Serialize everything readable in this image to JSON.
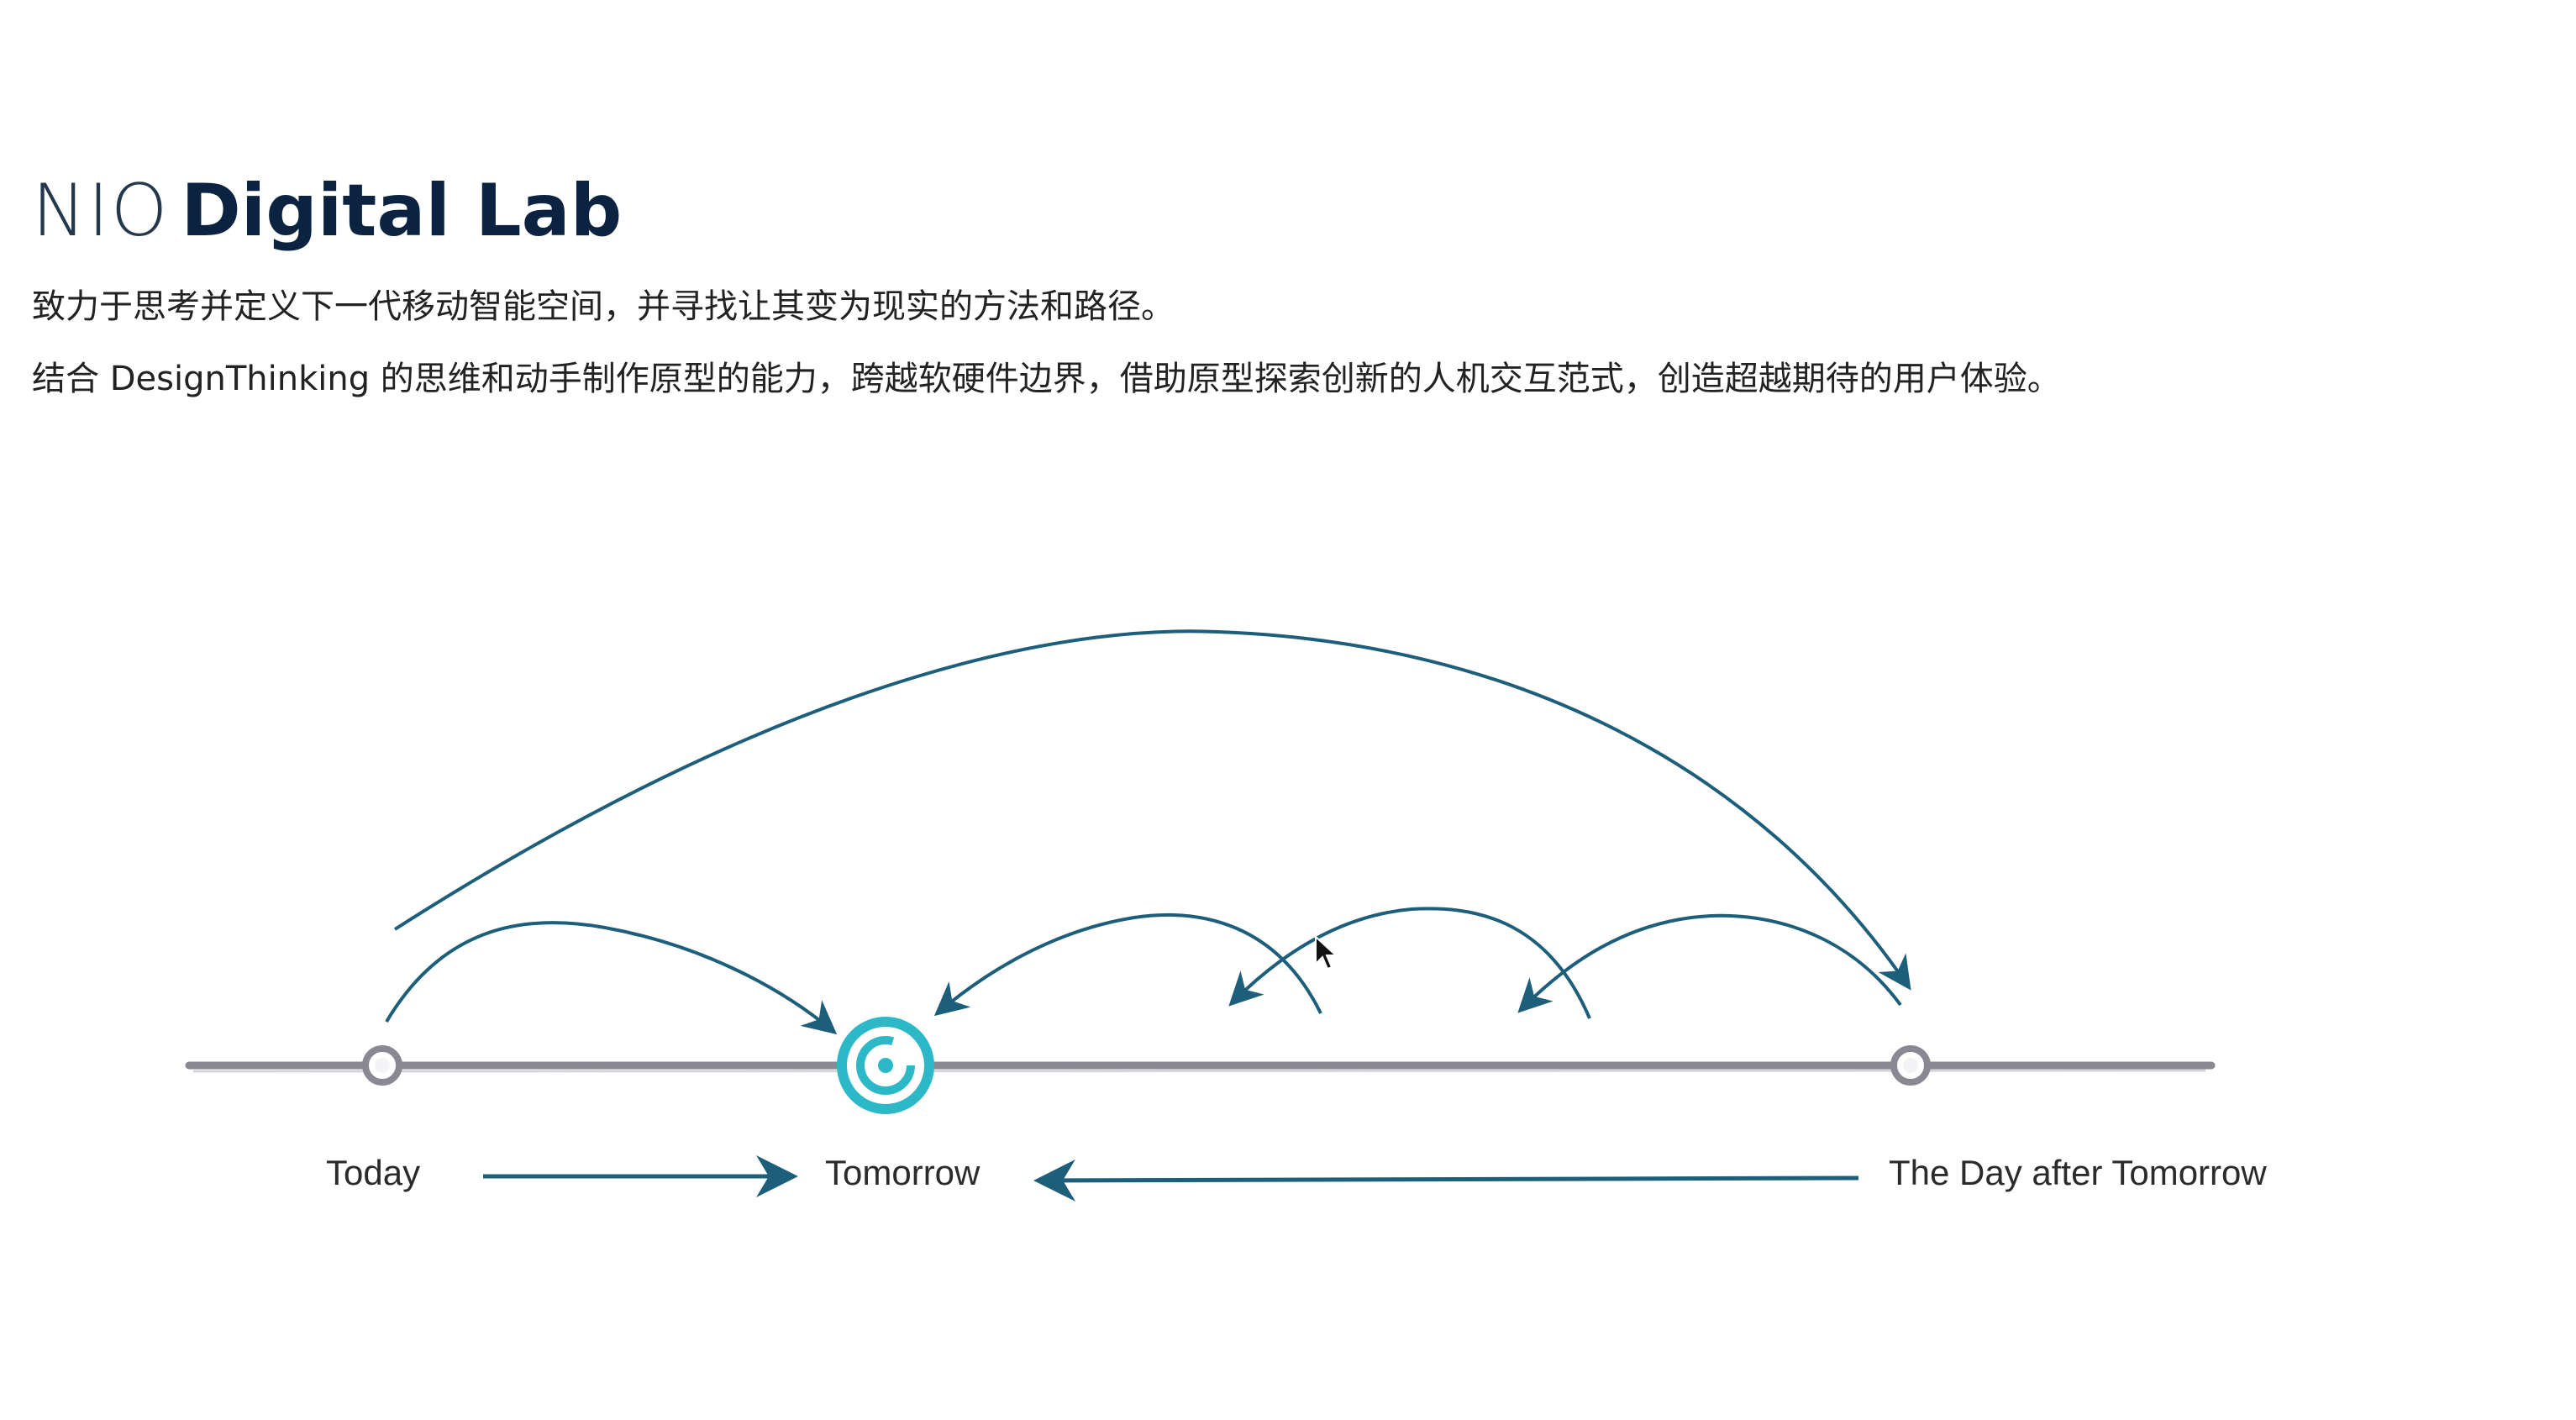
{
  "header": {
    "title_light": "NIO",
    "title_bold": "Digital Lab",
    "description_line_1": "致力于思考并定义下一代移动智能空间，并寻找让其变为现实的方法和路径。",
    "description_line_2": "结合 DesignThinking 的思维和动手制作原型的能力，跨越软硬件边界，借助原型探索创新的人机交互范式，创造超越期待的用户体验。"
  },
  "diagram": {
    "milestones": [
      {
        "label": "Today"
      },
      {
        "label": "Tomorrow"
      },
      {
        "label": "The Day after Tomorrow"
      }
    ],
    "colors": {
      "arrow": "#1d5f7a",
      "timeline": "#8a8892",
      "node_ring": "#9a9aa0",
      "target": "#2db8c8"
    }
  }
}
